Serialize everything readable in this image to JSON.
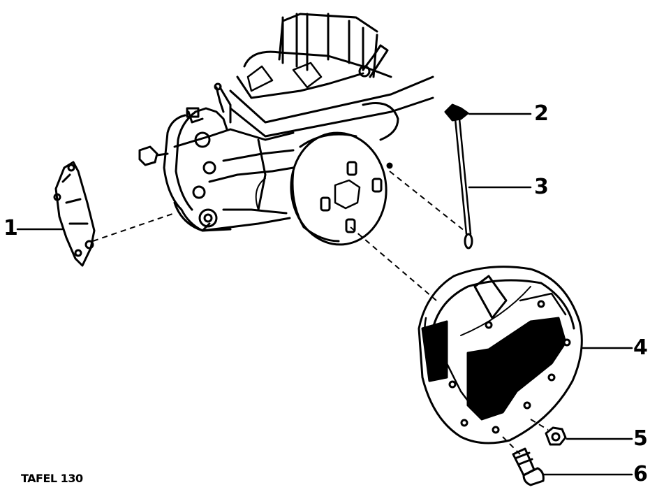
{
  "callouts": [
    {
      "id": "1",
      "label": "1"
    },
    {
      "id": "2",
      "label": "2"
    },
    {
      "id": "3",
      "label": "3"
    },
    {
      "id": "4",
      "label": "4"
    },
    {
      "id": "5",
      "label": "5"
    },
    {
      "id": "6",
      "label": "6"
    }
  ],
  "plate_label": "TAFEL 130",
  "colors": {
    "ink": "#000000",
    "paper": "#ffffff"
  }
}
